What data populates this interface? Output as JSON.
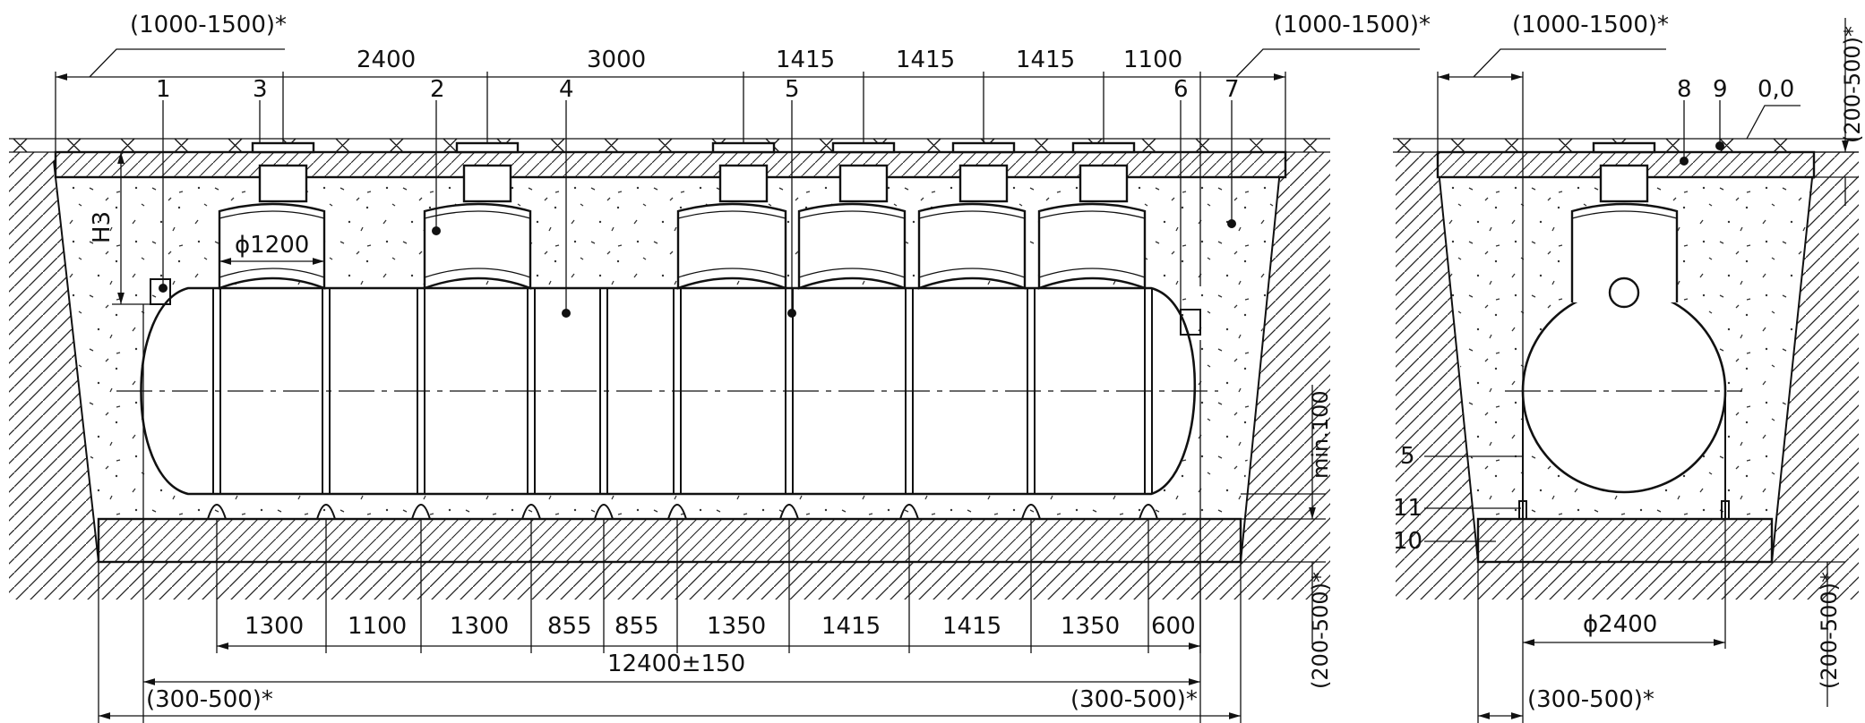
{
  "labels": {
    "top_offset_left": "(1000-1500)*",
    "top_offset_mid": "(1000-1500)*",
    "top_offset_right": "(1000-1500)*",
    "dim_2400": "2400",
    "dim_3000": "3000",
    "dim_1415_a": "1415",
    "dim_1415_b": "1415",
    "dim_1415_c": "1415",
    "dim_1100_top": "1100",
    "callout_1": "1",
    "callout_2": "2",
    "callout_3": "3",
    "callout_4": "4",
    "callout_5": "5",
    "callout_6": "6",
    "callout_7": "7",
    "callout_8": "8",
    "callout_9": "9",
    "callout_10": "10",
    "callout_11": "11",
    "callout_5_side": "5",
    "level_zero": "0,0",
    "h3": "H3",
    "dia_1200": "ϕ1200",
    "dia_2400": "ϕ2400",
    "min_100": "min.100",
    "right_200_500_top": "(200-500)*",
    "right_200_500_mid": "(200-500)*",
    "right_200_500_side": "(200-500)*",
    "bottom_300_500_left": "(300-500)*",
    "bottom_300_500_right": "(300-500)*",
    "bottom_300_500_side": "(300-500)*",
    "total_length": "12400±150"
  },
  "bottom_dims": [
    "1300",
    "1100",
    "1300",
    "855",
    "855",
    "1350",
    "1415",
    "1415",
    "1350",
    "600"
  ]
}
